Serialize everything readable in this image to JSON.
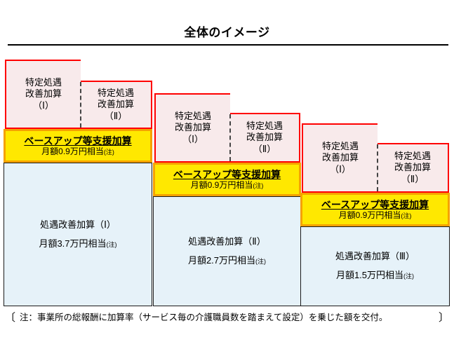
{
  "title": "全体のイメージ",
  "footnote": {
    "open_bracket": "〔",
    "close_bracket": "〕",
    "text": "注：事業所の総報酬に加算率（サービス毎の介護職員数を踏まえて設定）を乗じた額を交付。"
  },
  "colors": {
    "pink_fill": "#f8eaeb",
    "pink_border": "#ff0000",
    "yellow_fill": "#ffe800",
    "yellow_border": "#f5a200",
    "blue_fill": "#e6f2f9",
    "blue_border": "#1a1a1a",
    "divider": "#444444"
  },
  "columns": [
    {
      "id": "column-1",
      "tokubetsu_left": "特定処遇\n改善加算\n（Ⅰ）",
      "tokubetsu_left_lines": [
        "特定処遇",
        "改善加算",
        "（Ⅰ）"
      ],
      "tokubetsu_right_lines": [
        "特定処遇",
        "改善加算",
        "（Ⅱ）"
      ],
      "baseup_title": "ベースアップ等支援加算",
      "baseup_amount": "月額0.9万円相当",
      "baseup_note": "(注)",
      "base_title": "処遇改善加算（Ⅰ）",
      "base_amount": "月額3.7万円相当",
      "base_note": "(注)"
    },
    {
      "id": "column-2",
      "tokubetsu_left_lines": [
        "特定処遇",
        "改善加算",
        "（Ⅰ）"
      ],
      "tokubetsu_right_lines": [
        "特定処遇",
        "改善加算",
        "（Ⅱ）"
      ],
      "baseup_title": "ベースアップ等支援加算",
      "baseup_amount": "月額0.9万円相当",
      "baseup_note": "(注)",
      "base_title": "処遇改善加算（Ⅱ）",
      "base_amount": "月額2.7万円相当",
      "base_note": "(注)"
    },
    {
      "id": "column-3",
      "tokubetsu_left_lines": [
        "特定処遇",
        "改善加算",
        "（Ⅰ）"
      ],
      "tokubetsu_right_lines": [
        "特定処遇",
        "改善加算",
        "（Ⅱ）"
      ],
      "baseup_title": "ベースアップ等支援加算",
      "baseup_amount": "月額0.9万円相当",
      "baseup_note": "(注)",
      "base_title": "処遇改善加算（Ⅲ）",
      "base_amount": "月額1.5万円相当",
      "base_note": "(注)"
    }
  ]
}
